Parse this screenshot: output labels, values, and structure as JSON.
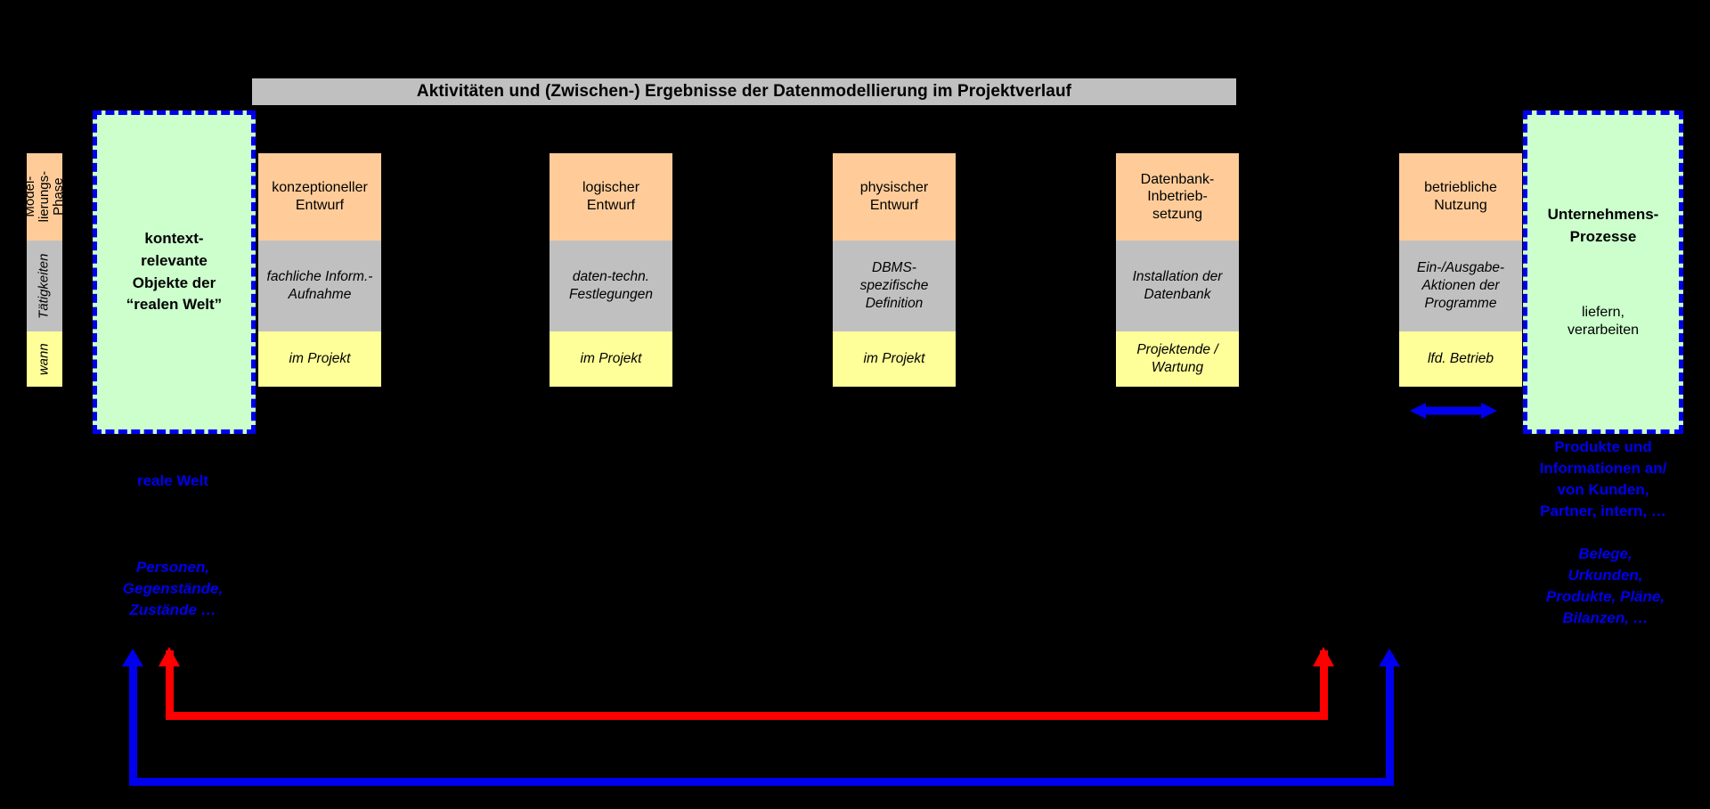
{
  "title": "Aktivitäten und (Zwischen-) Ergebnisse der Datenmodellierung im Projektverlauf",
  "legend": {
    "phase_label": "Model-\nlierungs-\nPhase",
    "phase_line1": "Model-",
    "phase_line2": "lierungs-",
    "phase_line3": "Phase",
    "task_label": "Tätigkeiten",
    "when_label": "wann"
  },
  "context_left": {
    "title_line1": "kontext-",
    "title_line2": "relevante",
    "title_line3": "Objekte der",
    "title_line4": "“realen Welt”"
  },
  "context_right": {
    "title_line1": "Unternehmens-",
    "title_line2": "Prozesse",
    "sub_line1": "liefern,",
    "sub_line2": "verarbeiten"
  },
  "columns": [
    {
      "id": "konzeptioneller-entwurf",
      "phase_line1": "konzeptioneller",
      "phase_line2": "Entwurf",
      "task_line1": "fachliche Inform.-",
      "task_line2": "Aufnahme",
      "when_line1": "im Projekt",
      "when_line2": ""
    },
    {
      "id": "logischer-entwurf",
      "phase_line1": "logischer",
      "phase_line2": "Entwurf",
      "task_line1": "daten-techn.",
      "task_line2": "Festlegungen",
      "when_line1": "im Projekt",
      "when_line2": ""
    },
    {
      "id": "physischer-entwurf",
      "phase_line1": "physischer",
      "phase_line2": "Entwurf",
      "task_line1": "DBMS-",
      "task_line2": "spezifische",
      "task_line3": "Definition",
      "when_line1": "im Projekt",
      "when_line2": ""
    },
    {
      "id": "datenbank-inbetriebsetzung",
      "phase_line1": "Datenbank-",
      "phase_line2": "Inbetrieb-",
      "phase_line3": "setzung",
      "task_line1": "Installation der",
      "task_line2": "Datenbank",
      "when_line1": "Projektende /",
      "when_line2": "Wartung"
    },
    {
      "id": "betriebliche-nutzung",
      "phase_line1": "betriebliche",
      "phase_line2": "Nutzung",
      "task_line1": "Ein-/Ausgabe-",
      "task_line2": "Aktionen der",
      "task_line3": "Programme",
      "when_line1": "lfd. Betrieb",
      "when_line2": ""
    }
  ],
  "annotations": {
    "reale_welt": "reale Welt",
    "personen_line1": "Personen,",
    "personen_line2": "Gegenstände,",
    "personen_line3": "Zustände …",
    "produkte_line1": "Produkte und",
    "produkte_line2": "Informationen an/",
    "produkte_line3": "von Kunden,",
    "produkte_line4": "Partner, intern, …",
    "belege_line1": "Belege,",
    "belege_line2": "Urkunden,",
    "belege_line3": "Produkte, Pläne,",
    "belege_line4": "Bilanzen, …"
  },
  "colors": {
    "background": "#000000",
    "title_bar": "#c0c0c0",
    "phase_row": "#ffcc99",
    "task_row": "#c0c0c0",
    "when_row": "#ffff99",
    "context_box": "#ccffcc",
    "blue": "#0000ee",
    "red": "#ff0000"
  }
}
